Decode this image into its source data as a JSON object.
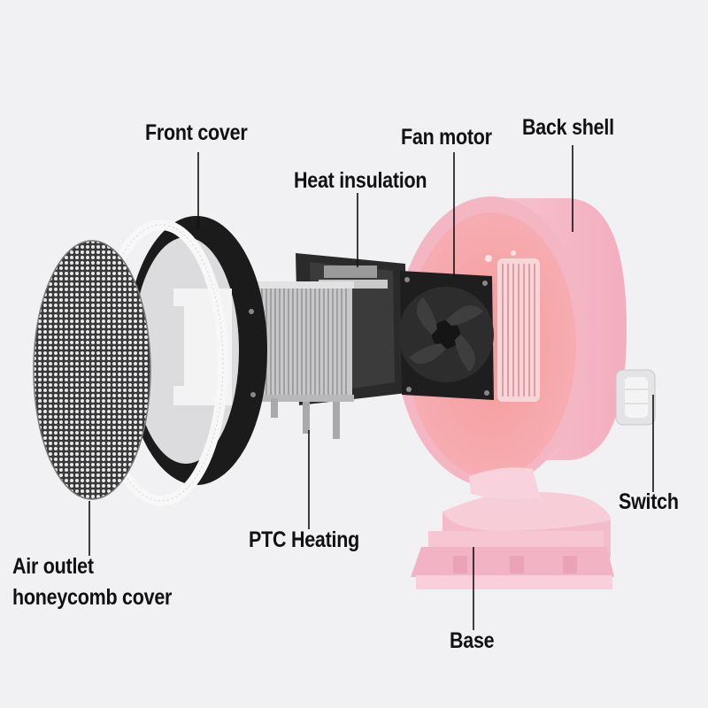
{
  "diagram": {
    "labels": {
      "front_cover": "Front cover",
      "heat_insulation": "Heat insulation",
      "fan_motor": "Fan motor",
      "back_shell": "Back shell",
      "switch": "Switch",
      "ptc_heating": "PTC Heating",
      "air_outlet_line1": "Air outlet",
      "air_outlet_line2": "honeycomb cover",
      "base": "Base"
    },
    "colors": {
      "background": "#f1f1f3",
      "shell_pink": "#f6b9c8",
      "shell_inner": "#f4a6a6",
      "frame_black": "#222222",
      "leader_line": "#111111"
    }
  }
}
